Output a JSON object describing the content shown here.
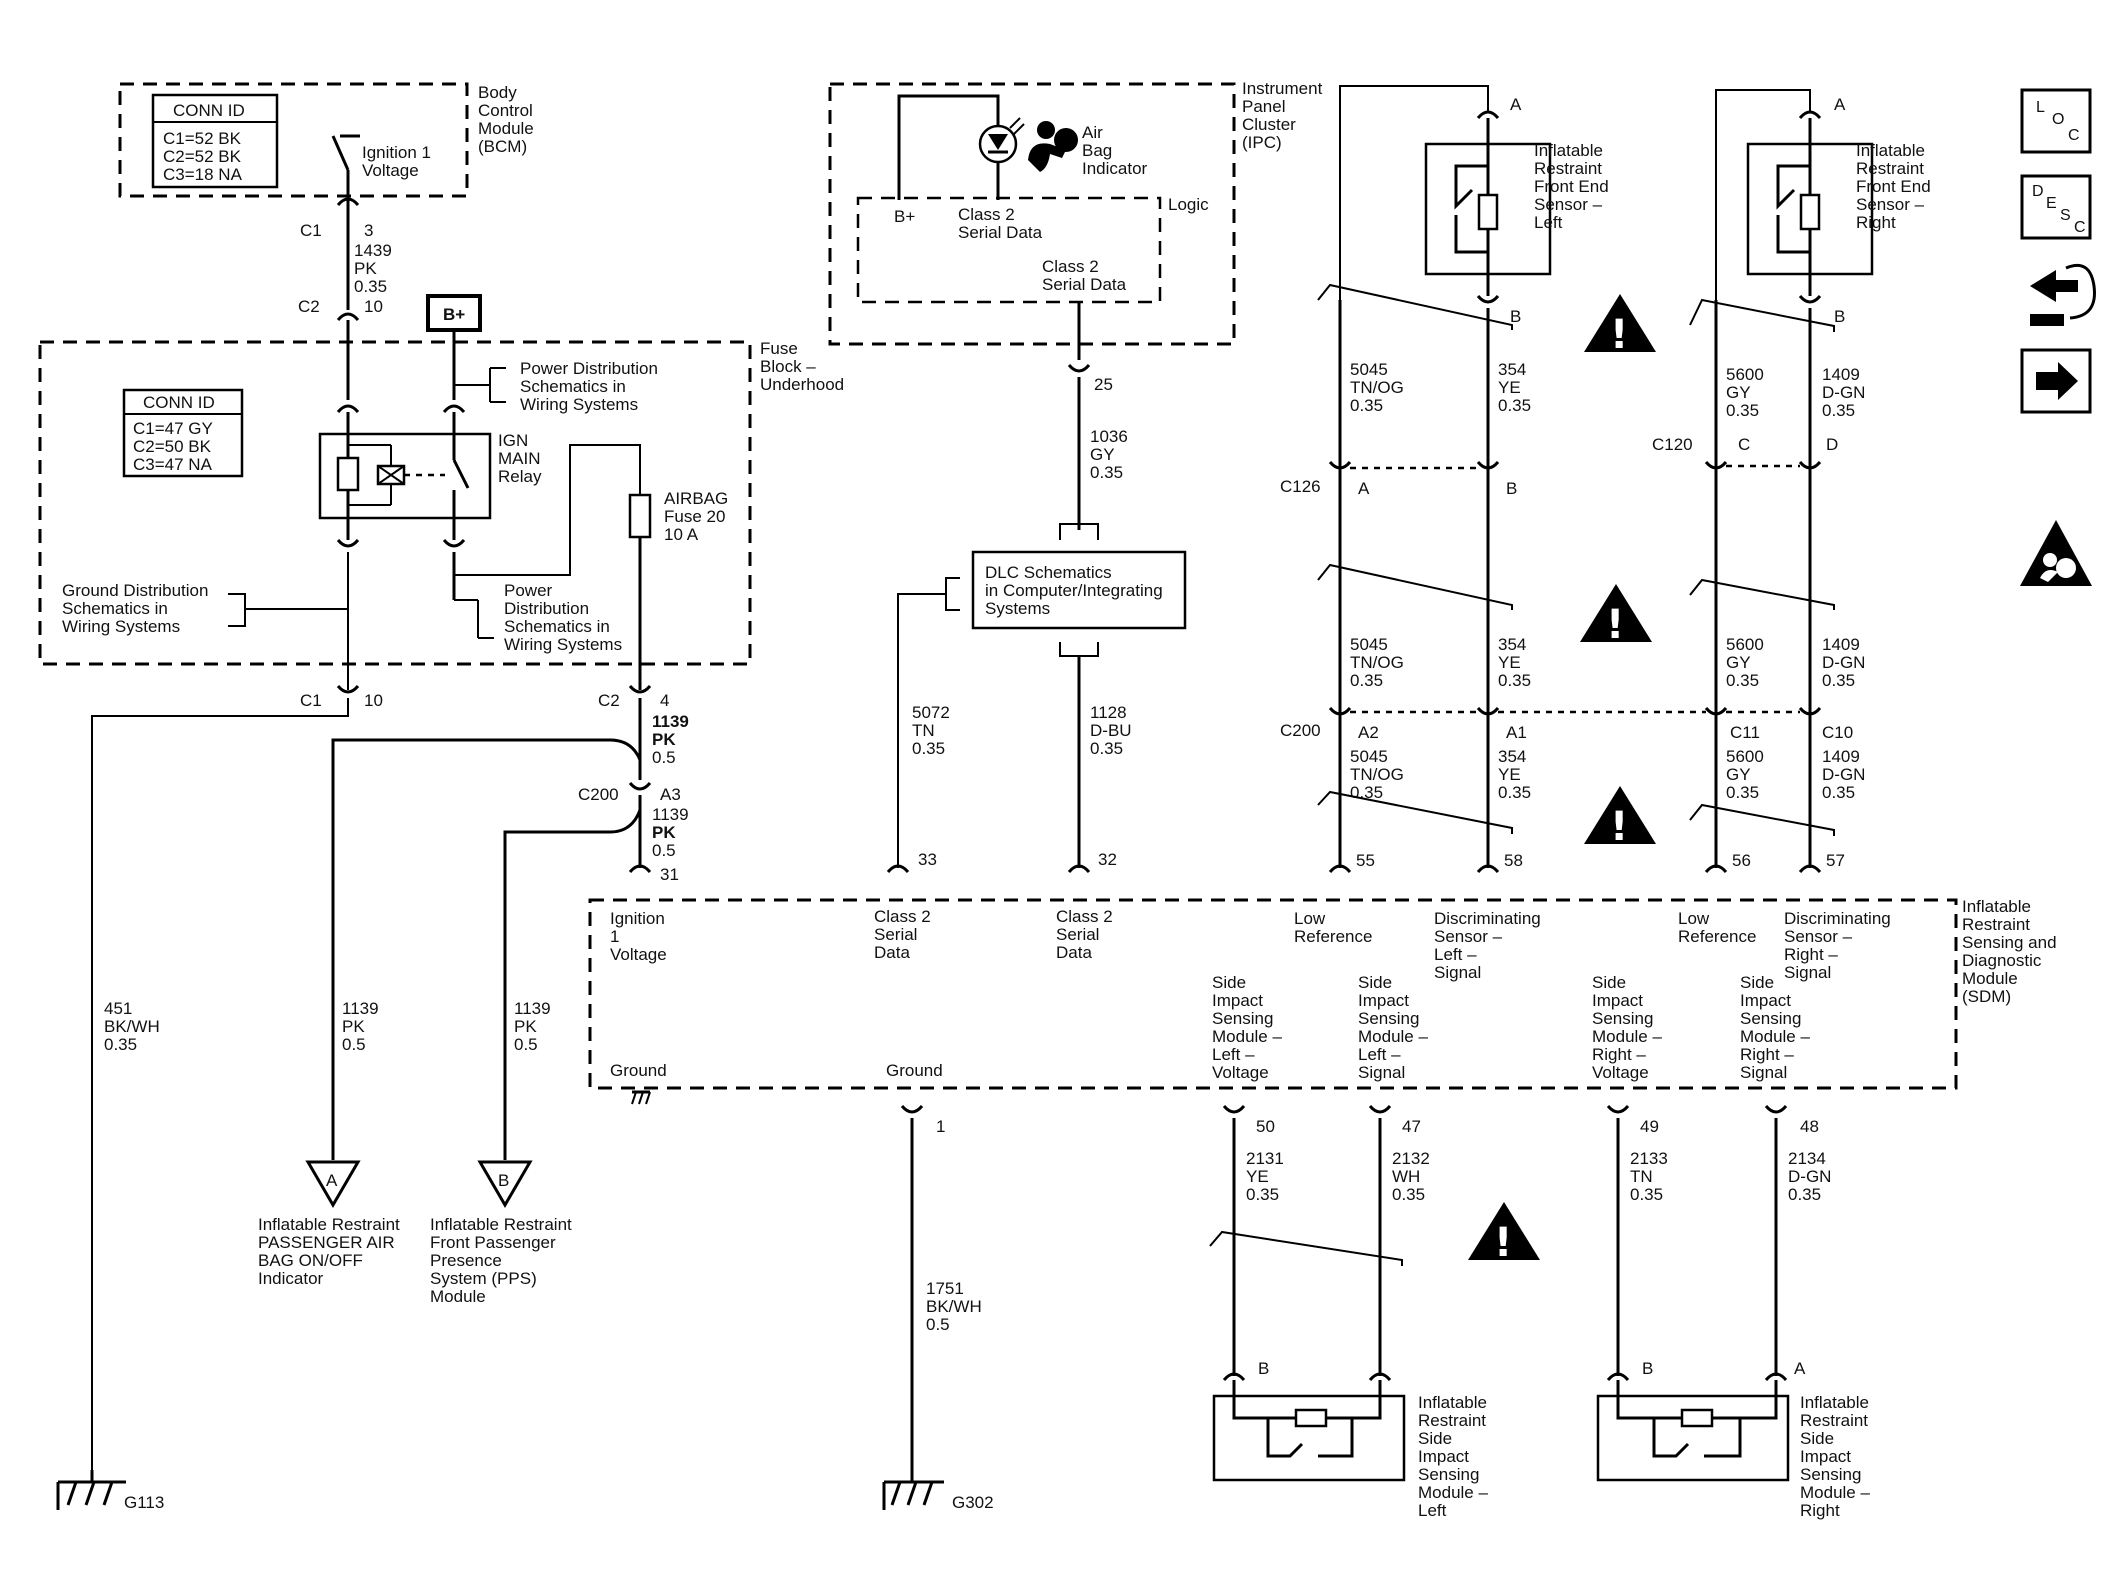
{
  "bcm": {
    "title": [
      "Body",
      "Control",
      "Module",
      "(BCM)"
    ],
    "conn_id_title": "CONN ID",
    "conn_id": [
      "C1=52 BK",
      "C2=52 BK",
      "C3=18 NA"
    ],
    "switch_label": [
      "Ignition 1",
      "Voltage"
    ]
  },
  "wire_1439": {
    "c1": "C1",
    "pin": "3",
    "num": "1439",
    "color": "PK",
    "gauge": "0.35",
    "c2": "C2",
    "pin2": "10"
  },
  "bplus": "B+",
  "fuse_block": {
    "title": [
      "Fuse",
      "Block –",
      "Underhood"
    ],
    "conn_id_title": "CONN ID",
    "conn_id": [
      "C1=47 GY",
      "C2=50 BK",
      "C3=47 NA"
    ],
    "relay": [
      "IGN",
      "MAIN",
      "Relay"
    ],
    "fuse": [
      "AIRBAG",
      "Fuse 20",
      "10 A"
    ],
    "power_dist_top": [
      "Power Distribution",
      "Schematics in",
      "Wiring Systems"
    ],
    "power_dist_bottom": [
      "Power",
      "Distribution",
      "Schematics in",
      "Wiring Systems"
    ],
    "ground_dist": [
      "Ground Distribution",
      "Schematics in",
      "Wiring Systems"
    ]
  },
  "ground_wire": {
    "c1": "C1",
    "pin": "10",
    "num": "451",
    "color": "BK/WH",
    "gauge": "0.35",
    "ground": "G113"
  },
  "wire_1139": {
    "c2": "C2",
    "pin": "4",
    "num": "1139",
    "color": "PK",
    "gauge": "0.5",
    "c200": "C200",
    "pin2": "A3",
    "num2": "1139",
    "color2": "PK",
    "gauge2": "0.5",
    "sdm_pin": "31",
    "branch_a": {
      "num": "1139",
      "color": "PK",
      "gauge": "0.5",
      "letter": "A",
      "label": [
        "Inflatable Restraint",
        "PASSENGER AIR",
        "BAG ON/OFF",
        "Indicator"
      ]
    },
    "branch_b": {
      "num": "1139",
      "color": "PK",
      "gauge": "0.5",
      "letter": "B",
      "label": [
        "Inflatable Restraint",
        "Front Passenger",
        "Presence",
        "System (PPS)",
        "Module"
      ]
    }
  },
  "ipc": {
    "title": [
      "Instrument",
      "Panel",
      "Cluster",
      "(IPC)"
    ],
    "airbag": [
      "Air",
      "Bag",
      "Indicator"
    ],
    "logic": "Logic",
    "bplus": "B+",
    "serial1": [
      "Class 2",
      "Serial Data"
    ],
    "serial2": [
      "Class 2",
      "Serial Data"
    ],
    "pin": "25"
  },
  "wire_1036": {
    "num": "1036",
    "color": "GY",
    "gauge": "0.35"
  },
  "dlc": [
    "DLC Schematics",
    "in Computer/Integrating",
    "Systems"
  ],
  "wire_5072": {
    "num": "5072",
    "color": "TN",
    "gauge": "0.35",
    "pin": "33"
  },
  "wire_1128": {
    "num": "1128",
    "color": "D-BU",
    "gauge": "0.35",
    "pin": "32"
  },
  "front_left": {
    "title": [
      "Inflatable",
      "Restraint",
      "Front End",
      "Sensor –",
      "Left"
    ],
    "pin_a": "A",
    "pin_b": "B",
    "wire_a": {
      "num": "5045",
      "color": "TN/OG",
      "gauge": "0.35"
    },
    "wire_b": {
      "num": "354",
      "color": "YE",
      "gauge": "0.35"
    },
    "c126": "C126",
    "c126_a": "A",
    "c126_b": "B",
    "c200": "C200",
    "c200_a": "A2",
    "c200_b": "A1",
    "sdm_a": "55",
    "sdm_b": "58"
  },
  "front_right": {
    "title": [
      "Inflatable",
      "Restraint",
      "Front End",
      "Sensor –",
      "Right"
    ],
    "pin_a": "A",
    "pin_b": "B",
    "wire_a": {
      "num": "5600",
      "color": "GY",
      "gauge": "0.35"
    },
    "wire_b": {
      "num": "1409",
      "color": "D-GN",
      "gauge": "0.35"
    },
    "c120": "C120",
    "c120_c": "C",
    "c120_d": "D",
    "c200_c": "C11",
    "c200_d": "C10",
    "sdm_a": "56",
    "sdm_b": "57"
  },
  "sdm": {
    "title": [
      "Inflatable",
      "Restraint",
      "Sensing and",
      "Diagnostic",
      "Module",
      "(SDM)"
    ],
    "ign": [
      "Ignition",
      "1",
      "Voltage"
    ],
    "class2a": [
      "Class 2",
      "Serial",
      "Data"
    ],
    "class2b": [
      "Class 2",
      "Serial",
      "Data"
    ],
    "low_ref_l": [
      "Low",
      "Reference"
    ],
    "disc_l": [
      "Discriminating",
      "Sensor –",
      "Left –",
      "Signal"
    ],
    "low_ref_r": [
      "Low",
      "Reference"
    ],
    "disc_r": [
      "Discriminating",
      "Sensor –",
      "Right –",
      "Signal"
    ],
    "ground1": "Ground",
    "ground2": "Ground",
    "side_l_v": [
      "Side",
      "Impact",
      "Sensing",
      "Module –",
      "Left –",
      "Voltage"
    ],
    "side_l_s": [
      "Side",
      "Impact",
      "Sensing",
      "Module –",
      "Left –",
      "Signal"
    ],
    "side_r_v": [
      "Side",
      "Impact",
      "Sensing",
      "Module –",
      "Right –",
      "Voltage"
    ],
    "side_r_s": [
      "Side",
      "Impact",
      "Sensing",
      "Module –",
      "Right –",
      "Signal"
    ]
  },
  "ground_1751": {
    "pin": "1",
    "num": "1751",
    "color": "BK/WH",
    "gauge": "0.5",
    "ground": "G302"
  },
  "side_left": {
    "pin_v": "50",
    "pin_s": "47",
    "wire_v": {
      "num": "2131",
      "color": "YE",
      "gauge": "0.35"
    },
    "wire_s": {
      "num": "2132",
      "color": "WH",
      "gauge": "0.35"
    },
    "pin_b": "B",
    "title": [
      "Inflatable",
      "Restraint",
      "Side",
      "Impact",
      "Sensing",
      "Module –",
      "Left"
    ]
  },
  "side_right": {
    "pin_v": "49",
    "pin_s": "48",
    "wire_v": {
      "num": "2133",
      "color": "TN",
      "gauge": "0.35"
    },
    "wire_s": {
      "num": "2134",
      "color": "D-GN",
      "gauge": "0.35"
    },
    "pin_b": "B",
    "pin_a": "A",
    "title": [
      "Inflatable",
      "Restraint",
      "Side",
      "Impact",
      "Sensing",
      "Module –",
      "Right"
    ]
  },
  "nav": {
    "loc": [
      "L",
      "O",
      "C"
    ],
    "desc": [
      "D",
      "E",
      "S",
      "C"
    ]
  },
  "warning_symbol": "!"
}
